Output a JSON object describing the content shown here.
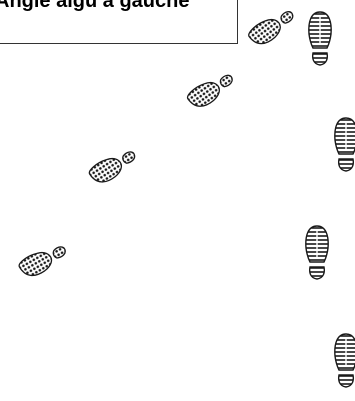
{
  "title": "Angle aigu à gauche",
  "colors": {
    "ink": "#1a1a1a",
    "sole_tread": "#9a9a9a",
    "border": "#333333",
    "background": "#ffffff"
  },
  "icons": {
    "print": "boot-print-icon"
  },
  "left_track": {
    "direction": "diagonal toward upper-right",
    "prints": [
      "left-print-1",
      "left-print-2",
      "left-print-3",
      "left-print-4"
    ]
  },
  "right_track": {
    "direction": "straight vertical",
    "prints": [
      "right-print-1",
      "right-print-2",
      "right-print-3",
      "right-print-4"
    ]
  }
}
